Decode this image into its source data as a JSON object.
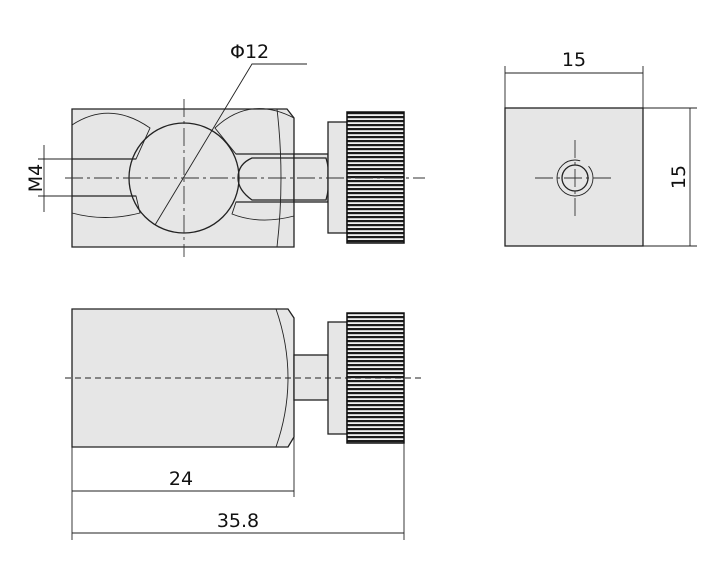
{
  "title": "Ball joint clamp technical drawing",
  "dimensions": {
    "ball_diameter": "Φ12",
    "thread": "M4",
    "side_width": "15",
    "side_height": "15",
    "body_length": "24",
    "total_length": "35.8"
  },
  "colors": {
    "body": "#e6e6e6",
    "line": "#222222",
    "knurl": "#1a1a1a"
  }
}
